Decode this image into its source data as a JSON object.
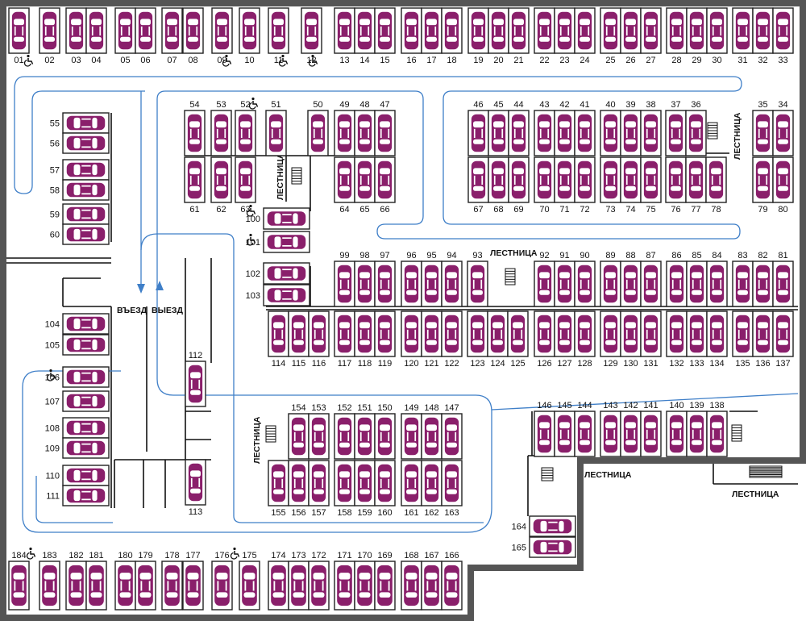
{
  "map": {
    "colors": {
      "car": "#8a1f6b",
      "route": "#3f7fc8",
      "wall": "#555555"
    },
    "icons": [
      "car-icon",
      "wheelchair-icon",
      "stairs-icon",
      "arrow-up-icon",
      "arrow-down-icon"
    ],
    "labels": {
      "exit_left": "ВЪЕЗД",
      "exit_right": "ВЫЕЗД",
      "stairs": "ЛЕСТНИЦА"
    },
    "spots": {
      "top_row": [
        "01",
        "02",
        "03",
        "04",
        "05",
        "06",
        "07",
        "08",
        "09",
        "10",
        "11",
        "12",
        "13",
        "14",
        "15",
        "16",
        "17",
        "18",
        "19",
        "20",
        "21",
        "22",
        "23",
        "24",
        "25",
        "26",
        "27",
        "28",
        "29",
        "30",
        "31",
        "32",
        "33"
      ],
      "left_column": [
        "55",
        "56",
        "57",
        "58",
        "59",
        "60"
      ],
      "block_a_top": [
        "54",
        "53",
        "52",
        "51",
        "50",
        "49",
        "48",
        "47"
      ],
      "block_a_bottom": [
        "61",
        "62",
        "63",
        "64",
        "65",
        "66"
      ],
      "block_b_top": [
        "46",
        "45",
        "44",
        "43",
        "42",
        "41",
        "40",
        "39",
        "38",
        "37",
        "36",
        "35",
        "34"
      ],
      "block_b_bottom": [
        "67",
        "68",
        "69",
        "70",
        "71",
        "72",
        "73",
        "74",
        "75",
        "76",
        "77",
        "78",
        "79",
        "80"
      ],
      "mid_vertical": [
        "100",
        "101",
        "102",
        "103"
      ],
      "row_upper": [
        "99",
        "98",
        "97",
        "96",
        "95",
        "94",
        "93",
        "92",
        "91",
        "90",
        "89",
        "88",
        "87",
        "86",
        "85",
        "84",
        "83",
        "82",
        "81"
      ],
      "row_lower": [
        "114",
        "115",
        "116",
        "117",
        "118",
        "119",
        "120",
        "121",
        "122",
        "123",
        "124",
        "125",
        "126",
        "127",
        "128",
        "129",
        "130",
        "131",
        "132",
        "133",
        "134",
        "135",
        "136",
        "137"
      ],
      "left_lower": [
        "104",
        "105",
        "106",
        "107",
        "108",
        "109",
        "110",
        "111"
      ],
      "center_single": [
        "112",
        "113"
      ],
      "block_c_top": [
        "154",
        "153",
        "152",
        "151",
        "150",
        "149",
        "148",
        "147"
      ],
      "block_c_bottom": [
        "155",
        "156",
        "157",
        "158",
        "159",
        "160",
        "161",
        "162",
        "163"
      ],
      "block_d": [
        "146",
        "145",
        "144",
        "143",
        "142",
        "141",
        "140",
        "139",
        "138"
      ],
      "side_pair": [
        "164",
        "165"
      ],
      "bottom_row": [
        "184",
        "183",
        "182",
        "181",
        "180",
        "179",
        "178",
        "177",
        "176",
        "175",
        "174",
        "173",
        "172",
        "171",
        "170",
        "169",
        "168",
        "167",
        "166"
      ]
    }
  }
}
